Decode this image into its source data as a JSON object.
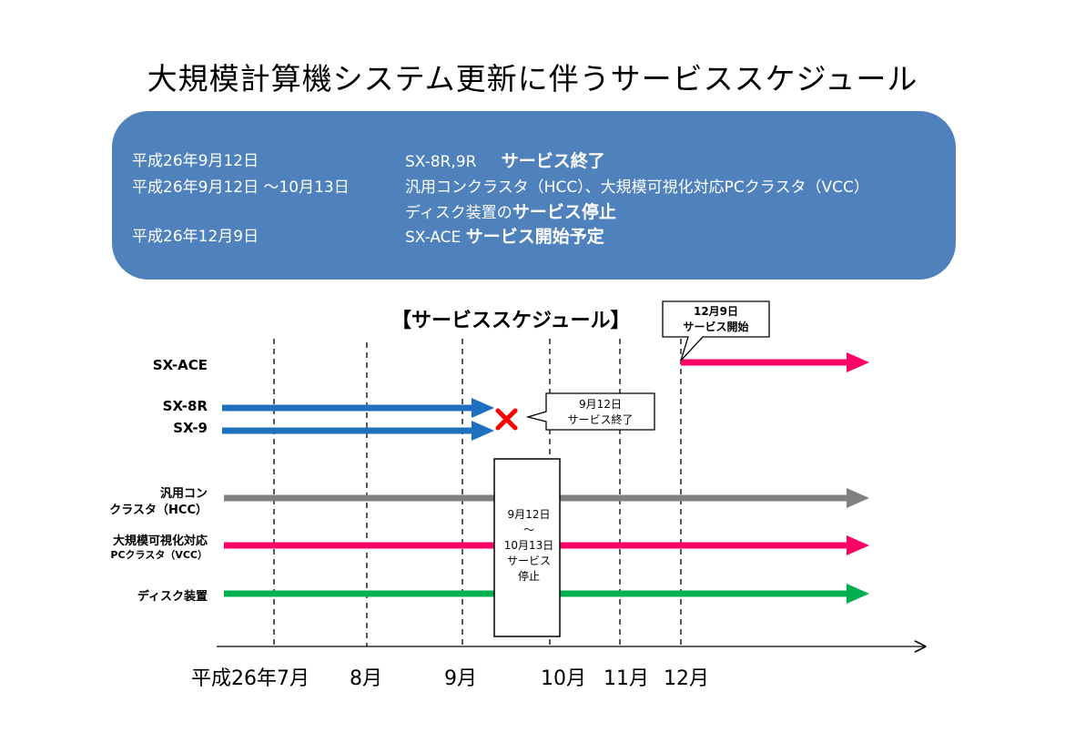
{
  "title": "大規模計算機システム更新に伴うサービススケジュール",
  "info": {
    "rows": [
      {
        "date": "平成26年9月12日",
        "detail": "SX-8R,9R",
        "detail_bold": "サービス終了"
      },
      {
        "date": "平成26年9月12日 ～10月13日",
        "detail": "汎用コンクラスタ（HCC）、大規模可視化対応PCクラスタ（VCC）"
      },
      {
        "detail": "ディスク装置の",
        "detail_bold": "サービス停止"
      },
      {
        "date": "平成26年12月9日",
        "detail": "SX-ACE",
        "detail_bold": "サービス開始予定"
      }
    ],
    "box_color": "#4f81bd"
  },
  "schedule_title": "【サービススケジュール】",
  "rows": {
    "sxace": "SX-ACE",
    "sx8r": "SX-8R",
    "sx9": "SX-9",
    "hcc_line1": "汎用コン",
    "hcc_line2": "クラスタ（HCC）",
    "vcc_line1": "大規模可視化対応",
    "vcc_line2": "PCクラスタ（VCC）",
    "disk": "ディスク装置"
  },
  "axis_months": [
    "平成26年7月",
    "8月",
    "9月",
    "10月",
    "11月",
    "12月"
  ],
  "callouts": {
    "start_line1": "12月9日",
    "start_line2": "サービス開始",
    "end_line1": "9月12日",
    "end_line2": "サービス終了"
  },
  "pause": {
    "line1": "9月12日",
    "line2": "～",
    "line3": "10月13日",
    "line4": "サービス",
    "line5": "停止"
  },
  "colors": {
    "blue": "#1f6fbf",
    "pink": "#ff0066",
    "gray": "#808080",
    "green": "#00b050",
    "cross": "#ff0000"
  }
}
